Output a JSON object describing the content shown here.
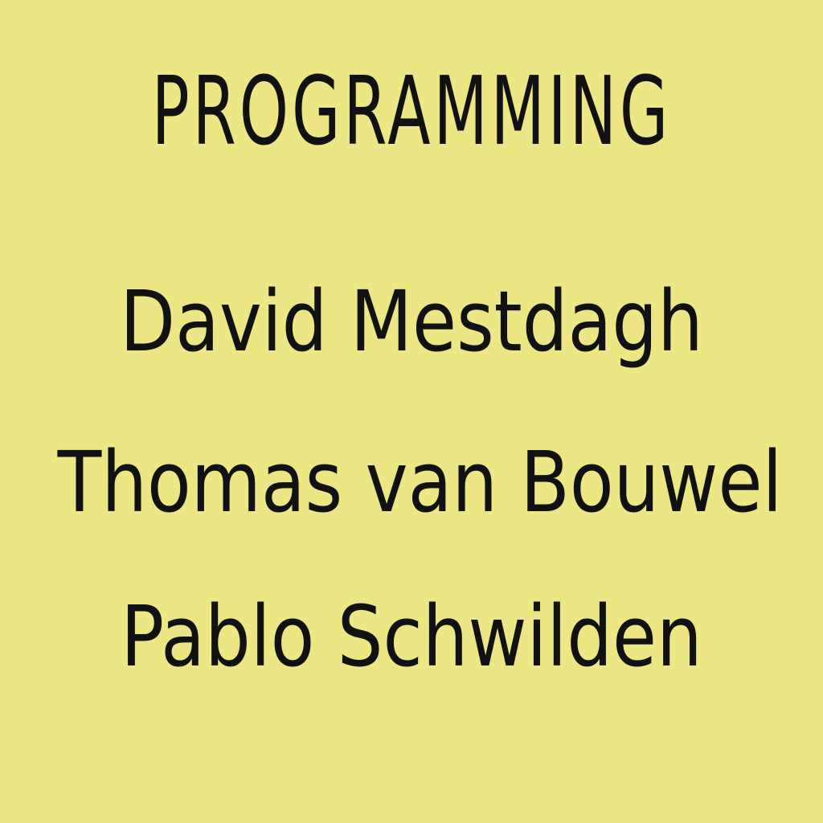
{
  "colors": {
    "background": "#ece684",
    "text": "#111111"
  },
  "heading": "PROGRAMMING",
  "names": [
    "David Mestdagh",
    "Thomas van Bouwel",
    "Pablo Schwilden"
  ]
}
